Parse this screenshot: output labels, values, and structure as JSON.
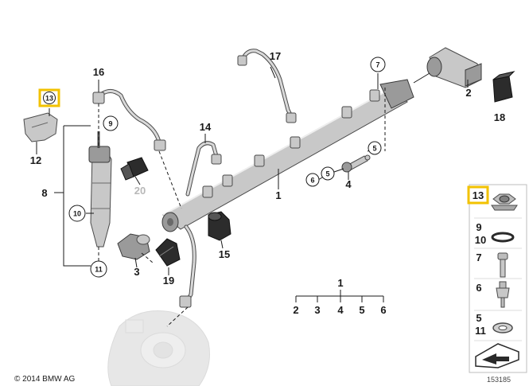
{
  "labels": {
    "p1": "1",
    "p2": "2",
    "p3": "3",
    "p4": "4",
    "p5": "5",
    "p6": "6",
    "p7": "7",
    "p8": "8",
    "p9": "9",
    "p10": "10",
    "p11": "11",
    "p12": "12",
    "p13": "13",
    "p14": "14",
    "p15": "15",
    "p16": "16",
    "p17": "17",
    "p18": "18",
    "p19": "19",
    "p20": "20"
  },
  "tree": {
    "root": "1",
    "children": [
      "2",
      "3",
      "4",
      "5",
      "6"
    ]
  },
  "side_panel": {
    "items": [
      {
        "labels": [
          "13"
        ],
        "highlighted": true
      },
      {
        "labels": [
          "9",
          "10"
        ],
        "highlighted": false
      },
      {
        "labels": [
          "7"
        ],
        "highlighted": false
      },
      {
        "labels": [
          "6"
        ],
        "highlighted": false
      },
      {
        "labels": [
          "5",
          "11"
        ],
        "highlighted": false
      }
    ]
  },
  "footer": {
    "copyright": "© 2014 BMW AG",
    "diagram_number": "153185"
  },
  "colors": {
    "highlight": "#f2c200",
    "part_fill": "#c8c8c8",
    "outline": "#4a4a4a"
  }
}
